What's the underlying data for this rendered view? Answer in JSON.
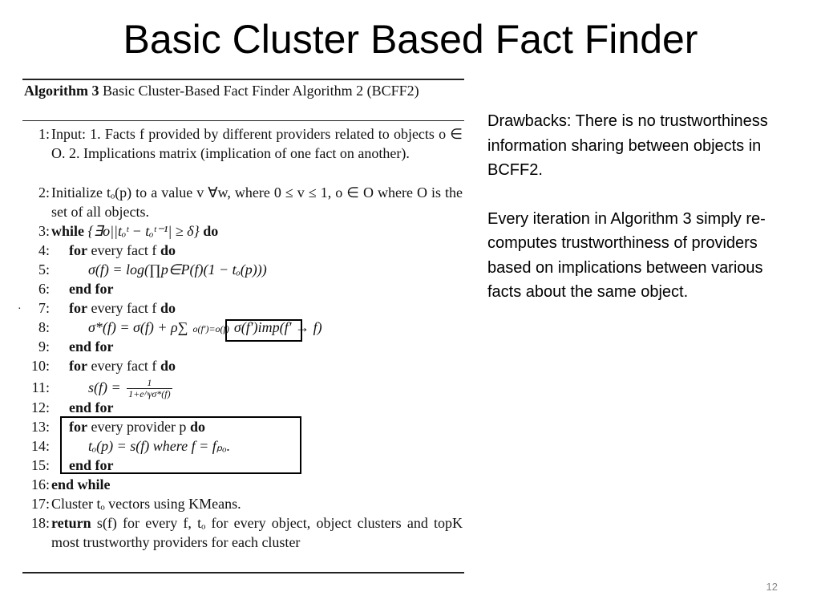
{
  "slide": {
    "title": "Basic Cluster Based Fact Finder",
    "page_number": "12"
  },
  "algorithm": {
    "label": "Algorithm 3",
    "caption": "Basic Cluster-Based Fact Finder Algorithm 2 (BCFF2)",
    "lines": [
      {
        "num": "1:",
        "text": "Input: 1. Facts f provided by different providers related to objects o ∈ O. 2. Implications matrix (implication of one fact on another)."
      },
      {
        "num": "2:",
        "text": "Initialize tₒ(p) to a value v ∀w, where 0 ≤ v ≤ 1, o ∈ O where O is the set of all objects."
      },
      {
        "num": "3:",
        "kw": "while",
        "text": "{∃o||tₒᵗ − tₒᵗ⁻¹| ≥ δ}",
        "kw2": "do"
      },
      {
        "num": "4:",
        "kw": "for",
        "text": "every fact f",
        "kw2": "do"
      },
      {
        "num": "5:",
        "text": "σ(f) = log(∏p∈P(f)(1 − tₒ(p)))"
      },
      {
        "num": "6:",
        "kw": "end for"
      },
      {
        "num": "7:",
        "kw": "for",
        "text": "every fact f",
        "kw2": "do"
      },
      {
        "num": "8:",
        "text_a": "σ*(f) = σ(f) + ρ∑",
        "text_box": "o(f′)=o(f)",
        "text_b": "σ(f′)imp(f′ → f)"
      },
      {
        "num": "9:",
        "kw": "end for"
      },
      {
        "num": "10:",
        "kw": "for",
        "text": "every fact f",
        "kw2": "do"
      },
      {
        "num": "11:",
        "text": "s(f) =",
        "frac_num": "1",
        "frac_den": "1+e^γσ*(f)"
      },
      {
        "num": "12:",
        "kw": "end for"
      },
      {
        "num": "13:",
        "kw": "for",
        "text": "every provider p",
        "kw2": "do"
      },
      {
        "num": "14:",
        "text": "tₒ(p) = s(f) where f = fₚₒ."
      },
      {
        "num": "15:",
        "kw": "end for"
      },
      {
        "num": "16:",
        "kw": "end while"
      },
      {
        "num": "17:",
        "text": "Cluster tₒ vectors using KMeans."
      },
      {
        "num": "18:",
        "kw": "return",
        "text": "s(f) for every f, tₒ for every object, object clusters and topK most trustworthy providers for each cluster"
      }
    ]
  },
  "notes": {
    "para1": "Drawbacks: There is no trustworthiness information sharing between objects in BCFF2.",
    "para2": "Every iteration in Algorithm 3 simply re-computes trustworthiness of providers based on implications between various facts about the same object."
  }
}
